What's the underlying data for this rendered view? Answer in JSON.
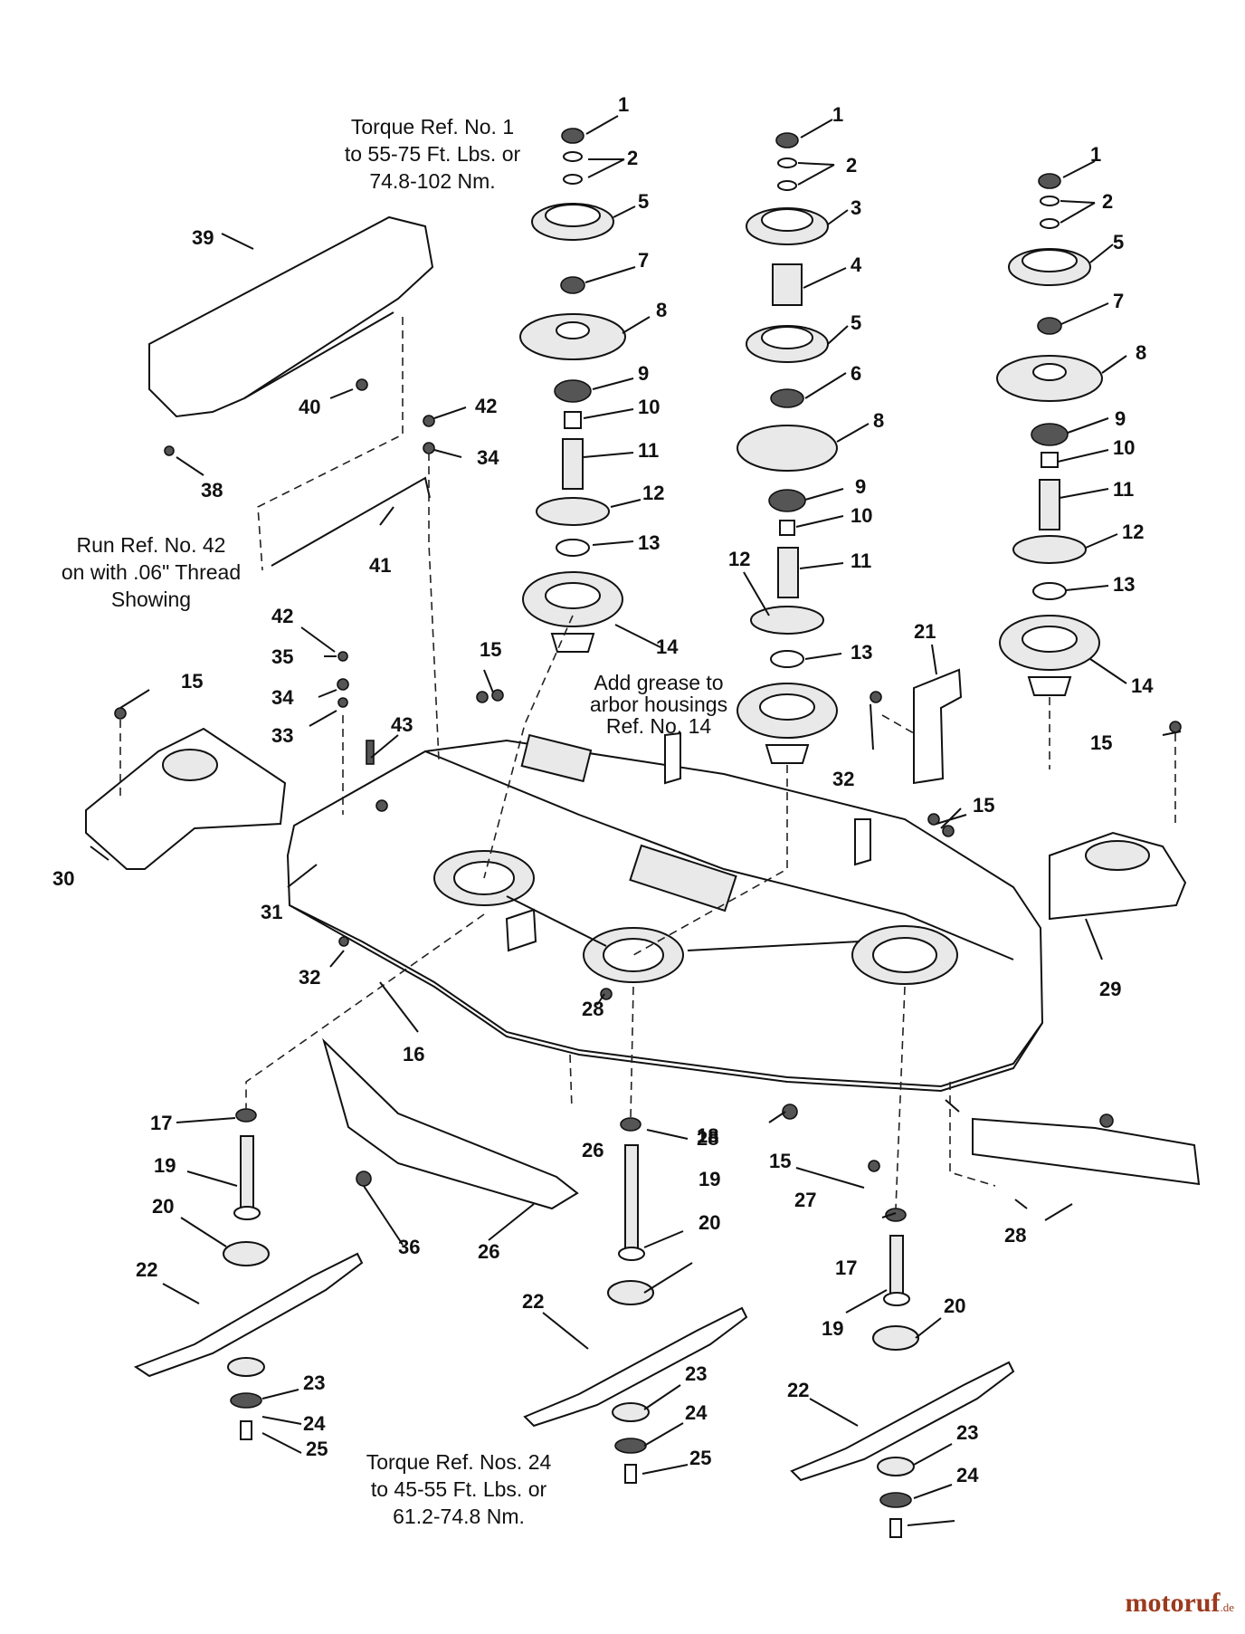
{
  "notes": {
    "torque_top": [
      "Torque Ref. No. 1",
      "to 55-75 Ft. Lbs. or",
      "74.8-102 Nm."
    ],
    "run_ref": [
      "Run Ref. No. 42",
      "on with .06\" Thread",
      "Showing"
    ],
    "grease": [
      "Add grease to",
      "arbor housings",
      "Ref. No. 14"
    ],
    "torque_bottom": [
      "Torque Ref. Nos. 24",
      "to 45-55 Ft. Lbs. or",
      "61.2-74.8 Nm."
    ]
  },
  "callouts": [
    {
      "label": "1"
    },
    {
      "label": "2"
    },
    {
      "label": "5"
    },
    {
      "label": "7"
    },
    {
      "label": "8"
    },
    {
      "label": "9"
    },
    {
      "label": "10"
    },
    {
      "label": "11"
    },
    {
      "label": "12"
    },
    {
      "label": "13"
    },
    {
      "label": "14"
    },
    {
      "label": "1"
    },
    {
      "label": "2"
    },
    {
      "label": "3"
    },
    {
      "label": "4"
    },
    {
      "label": "5"
    },
    {
      "label": "6"
    },
    {
      "label": "8"
    },
    {
      "label": "9"
    },
    {
      "label": "10"
    },
    {
      "label": "11"
    },
    {
      "label": "12"
    },
    {
      "label": "13"
    },
    {
      "label": "1"
    },
    {
      "label": "2"
    },
    {
      "label": "5"
    },
    {
      "label": "7"
    },
    {
      "label": "8"
    },
    {
      "label": "9"
    },
    {
      "label": "10"
    },
    {
      "label": "11"
    },
    {
      "label": "12"
    },
    {
      "label": "13"
    },
    {
      "label": "14"
    },
    {
      "label": "39"
    },
    {
      "label": "40"
    },
    {
      "label": "38"
    },
    {
      "label": "42"
    },
    {
      "label": "34"
    },
    {
      "label": "41"
    },
    {
      "label": "42"
    },
    {
      "label": "35"
    },
    {
      "label": "34"
    },
    {
      "label": "33"
    },
    {
      "label": "43"
    },
    {
      "label": "15"
    },
    {
      "label": "15"
    },
    {
      "label": "30"
    },
    {
      "label": "31"
    },
    {
      "label": "32"
    },
    {
      "label": "21"
    },
    {
      "label": "32"
    },
    {
      "label": "15"
    },
    {
      "label": "15"
    },
    {
      "label": "29"
    },
    {
      "label": "16"
    },
    {
      "label": "26"
    },
    {
      "label": "28"
    },
    {
      "label": "17"
    },
    {
      "label": "19"
    },
    {
      "label": "20"
    },
    {
      "label": "22"
    },
    {
      "label": "23"
    },
    {
      "label": "24"
    },
    {
      "label": "25"
    },
    {
      "label": "36"
    },
    {
      "label": "26"
    },
    {
      "label": "28"
    },
    {
      "label": "18"
    },
    {
      "label": "19"
    },
    {
      "label": "20"
    },
    {
      "label": "22"
    },
    {
      "label": "23"
    },
    {
      "label": "24"
    },
    {
      "label": "25"
    },
    {
      "label": "15"
    },
    {
      "label": "27"
    },
    {
      "label": "28"
    },
    {
      "label": "17"
    },
    {
      "label": "19"
    },
    {
      "label": "20"
    },
    {
      "label": "22"
    },
    {
      "label": "23"
    },
    {
      "label": "24"
    }
  ],
  "watermark": {
    "main": "motoruf",
    "tld": ".de"
  }
}
